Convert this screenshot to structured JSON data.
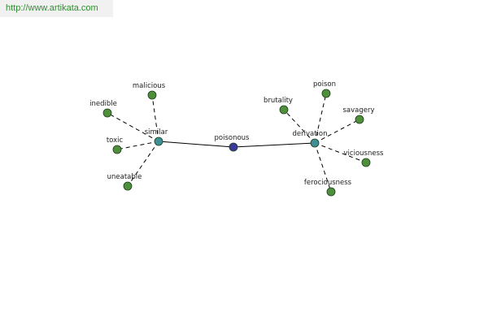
{
  "source_link": {
    "text": "http://www.artikata.com"
  },
  "graph": {
    "center": "poisonous",
    "colors": {
      "center_fill": "#3a3a9a",
      "hub_fill": "#3f8f96",
      "leaf_fill": "#4e8f3c",
      "node_stroke": "#1f3d1a",
      "edge": "#000000",
      "link_text": "#2f8f2f"
    },
    "hubs": [
      {
        "label": "similar",
        "leaves": [
          "malicious",
          "inedible",
          "toxic",
          "uneatable"
        ]
      },
      {
        "label": "derivation",
        "leaves": [
          "brutality",
          "poison",
          "savagery",
          "viciousness",
          "ferociousness"
        ]
      }
    ]
  }
}
